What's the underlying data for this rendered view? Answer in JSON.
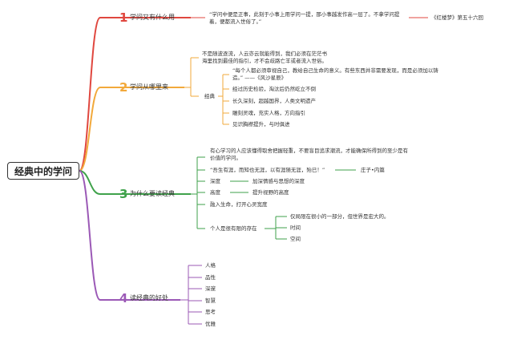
{
  "root": {
    "label": "经典中的学问"
  },
  "branches": [
    {
      "number": "1",
      "title": "学问又有什么用",
      "color": "#e0473f",
      "quote": "“学问中便是正事，此刻于小事上用学问一提，那小事越发作高一层了。不拿学问提着，便都流入世俗了。”",
      "source": "《红楼梦》第五十六回"
    },
    {
      "number": "2",
      "title": "学问从哪里来",
      "color": "#f2a93b",
      "intro": "不是随波逐流，人云亦云就能得到，我们必须在茫茫书海里找到最佳的指引，才不会歧路亡羊或者流入世俗。",
      "classics_label": "经典",
      "classics_items": [
        "“每个人都必须审视自己，教给自己生命的意义。有些东西并非需要发现，而是必须加以铸造。” ——《风沙星辰》",
        "经过历史检验，淘汰后仍然屹立不倒",
        "长久深刻，超越国界，人类文明遗产",
        "雕刻灵魂，充实人格，方向指引",
        "见识胸襟提升，与时俱进"
      ]
    },
    {
      "number": "3",
      "title": "为什么要读经典",
      "color": "#3fa24b",
      "intro": "有心学习的人应该懂得取舍把握轻重，不要盲目追求潮流，才能确保所得到的至少是有价值的学问。",
      "zhuangzi_quote": "“吾生有涯，而知也无涯，以有涯随无涯，殆已！”",
      "zhuangzi_source": "庄子•内篇",
      "pairs": [
        {
          "left": "深度",
          "right": "加深情感与思想的深度"
        },
        {
          "left": "高度",
          "right": "提升视野的高度"
        }
      ],
      "integrate": "融入生命，打开心灵宽度",
      "limited_label": "个人是很有限的存在",
      "limited_items": [
        "仅局限在很小的一部分，但世界是宏大的。",
        "时间",
        "空间"
      ]
    },
    {
      "number": "4",
      "title": "读经典的好处",
      "color": "#9b59b6",
      "items": [
        "人格",
        "品性",
        "深邃",
        "智慧",
        "思考",
        "优雅"
      ]
    }
  ]
}
